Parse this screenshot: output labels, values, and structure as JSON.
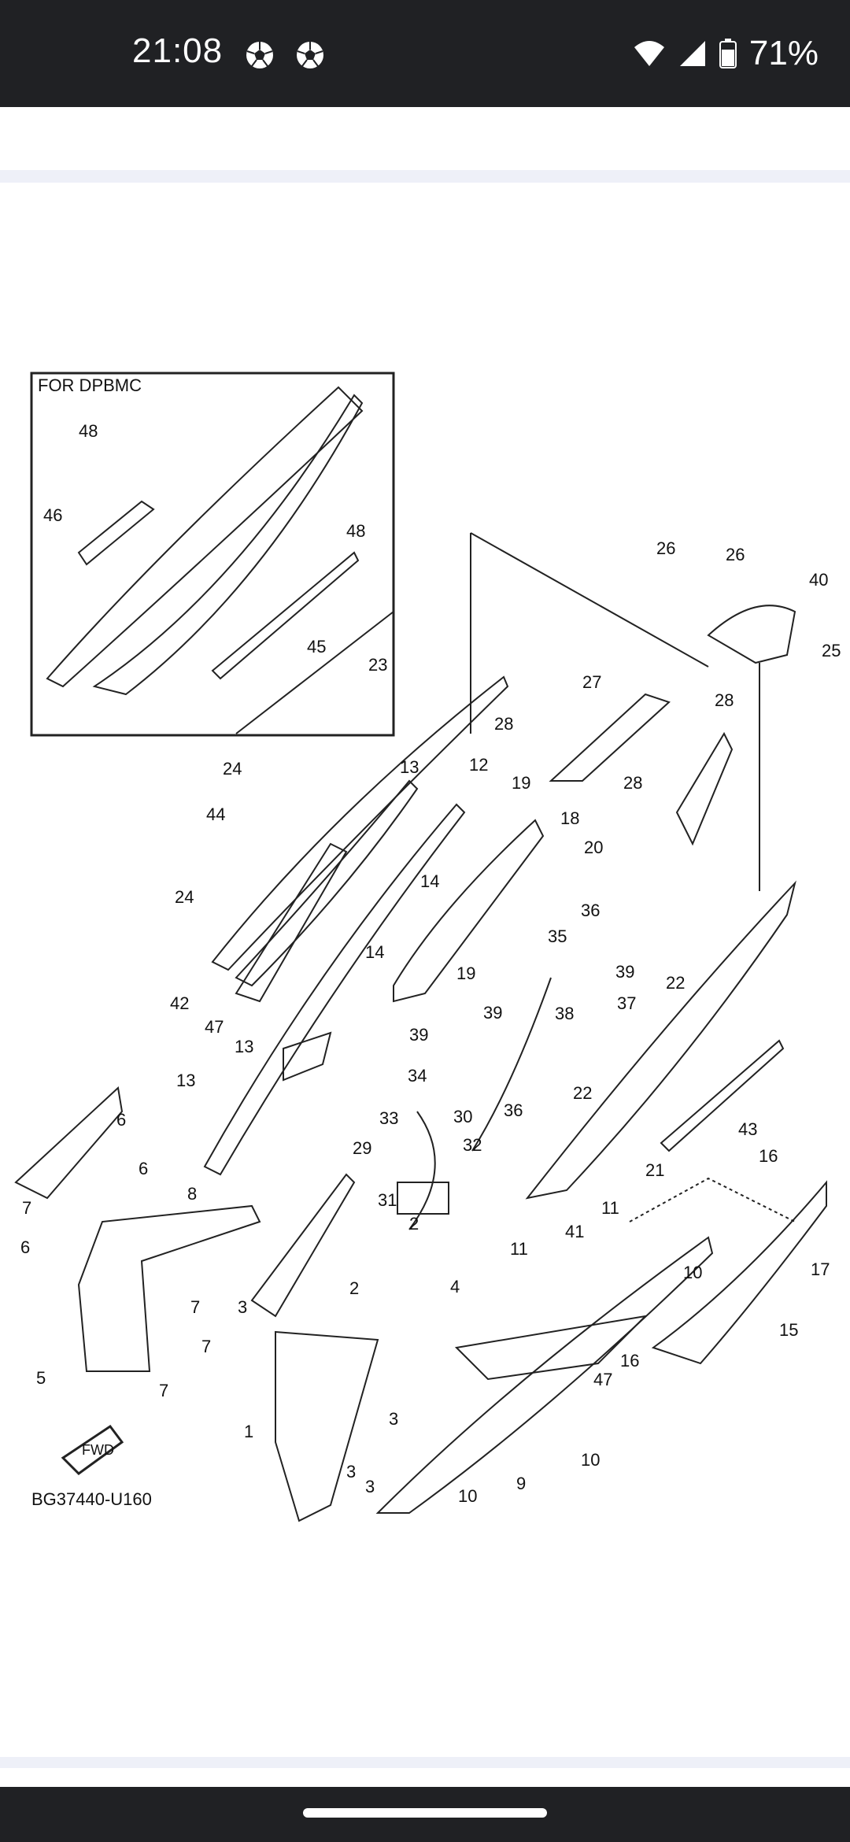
{
  "status_bar": {
    "time": "21:08",
    "notification_icons": [
      "soccer-ball-icon",
      "soccer-ball-icon"
    ],
    "wifi_icon": "wifi-icon",
    "signal_icon": "cell-signal-icon",
    "battery_icon": "battery-icon",
    "battery": "71%"
  },
  "diagram": {
    "inset_title": "FOR DPBMC",
    "footer_code": "BG37440-U160",
    "fwd_label": "FWD",
    "callouts": [
      "48",
      "46",
      "48",
      "45",
      "23",
      "24",
      "44",
      "24",
      "42",
      "47",
      "13",
      "12",
      "13",
      "14",
      "14",
      "19",
      "18",
      "20",
      "19",
      "27",
      "28",
      "28",
      "28",
      "26",
      "26",
      "40",
      "25",
      "36",
      "35",
      "39",
      "39",
      "38",
      "37",
      "22",
      "43",
      "21",
      "39",
      "34",
      "33",
      "30",
      "36",
      "32",
      "29",
      "31",
      "22",
      "13",
      "6",
      "6",
      "8",
      "7",
      "6",
      "5",
      "7",
      "7",
      "7",
      "2",
      "4",
      "3",
      "2",
      "3",
      "1",
      "3",
      "3",
      "11",
      "41",
      "11",
      "10",
      "16",
      "17",
      "15",
      "16",
      "47",
      "10",
      "9",
      "10"
    ]
  },
  "colors": {
    "bar": "#202124",
    "band": "#eef0f8",
    "ink": "#111111"
  }
}
